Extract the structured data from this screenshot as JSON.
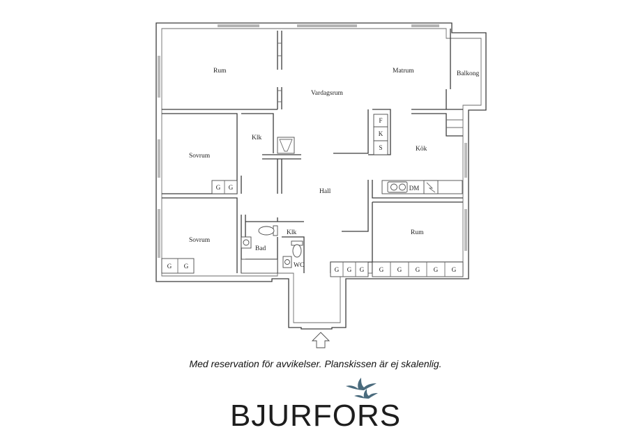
{
  "rooms": {
    "rum_1": "Rum",
    "vardagsrum": "Vardagsrum",
    "matrum": "Matrum",
    "balkong": "Balkong",
    "klk_1": "Klk",
    "sovrum_1": "Sovrum",
    "kok": "Kök",
    "hall": "Hall",
    "sovrum_2": "Sovrum",
    "bad": "Bad",
    "klk_2": "Klk",
    "wc": "WC",
    "rum_2": "Rum"
  },
  "appliances": {
    "f": "F",
    "k": "K",
    "s": "S",
    "dm": "DM"
  },
  "wardrobe_label": "G",
  "disclaimer": "Med reservation för avvikelser. Planskissen är ej skalenlig.",
  "brand": "BJURFORS",
  "brand_color": "#4a6b7d",
  "icons": [
    "entrance-arrow-icon",
    "birds-logo-icon",
    "sink-icon",
    "toilet-icon",
    "stove-icon"
  ]
}
